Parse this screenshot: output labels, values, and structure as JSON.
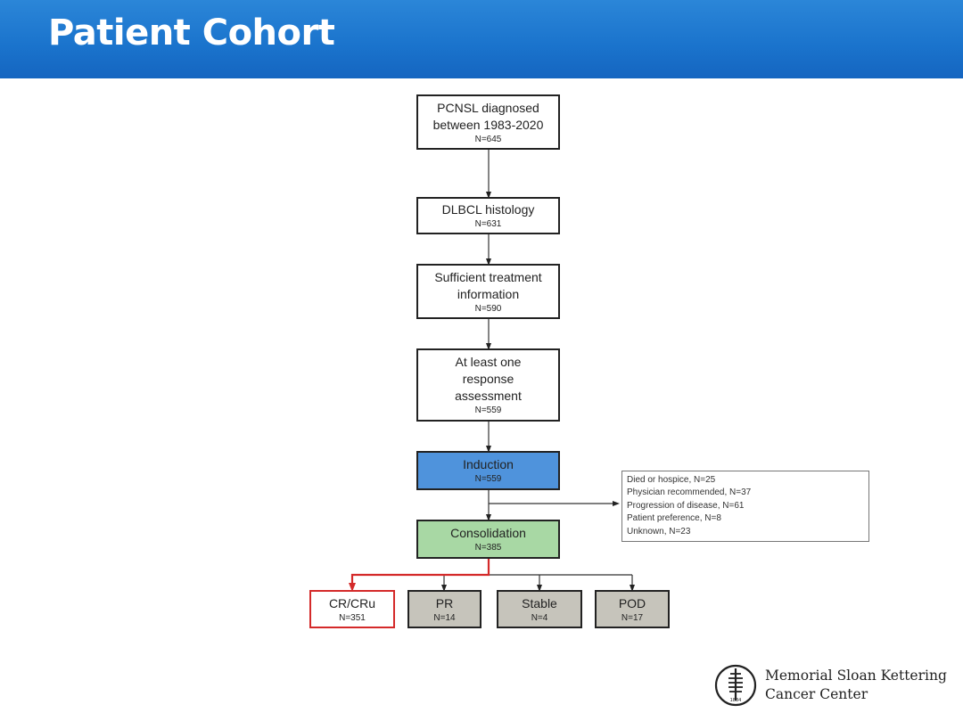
{
  "slide_title": "Patient Cohort",
  "flow": {
    "diagnosed": {
      "line1": "PCNSL diagnosed",
      "line2": "between 1983-2020",
      "n": "N=645"
    },
    "histology": {
      "line1": "DLBCL histology",
      "n": "N=631"
    },
    "treatment": {
      "line1": "Sufficient treatment",
      "line2": "information",
      "n": "N=590"
    },
    "response": {
      "line1": "At least one",
      "line2": "response",
      "line3": "assessment",
      "n": "N=559"
    },
    "induction": {
      "line1": "Induction",
      "n": "N=559"
    },
    "consolidation": {
      "line1": "Consolidation",
      "n": "N=385"
    },
    "excluded_reasons": [
      "Died or hospice, N=25",
      "Physician recommended, N=37",
      "Progression of disease, N=61",
      "Patient preference, N=8",
      "Unknown, N=23"
    ],
    "outcomes": {
      "cr": {
        "label": "CR/CRu",
        "n": "N=351"
      },
      "pr": {
        "label": "PR",
        "n": "N=14"
      },
      "stable": {
        "label": "Stable",
        "n": "N=4"
      },
      "pod": {
        "label": "POD",
        "n": "N=17"
      }
    }
  },
  "logo": {
    "line1": "Memorial Sloan Kettering",
    "line2": "Cancer Center",
    "mark_text": "1884"
  },
  "colors": {
    "header": "#1a73cc",
    "induction": "#4f93dc",
    "consolidation": "#a8d8a4",
    "outcome_gray": "#c6c4bb",
    "cr_border": "#d42a2a"
  }
}
